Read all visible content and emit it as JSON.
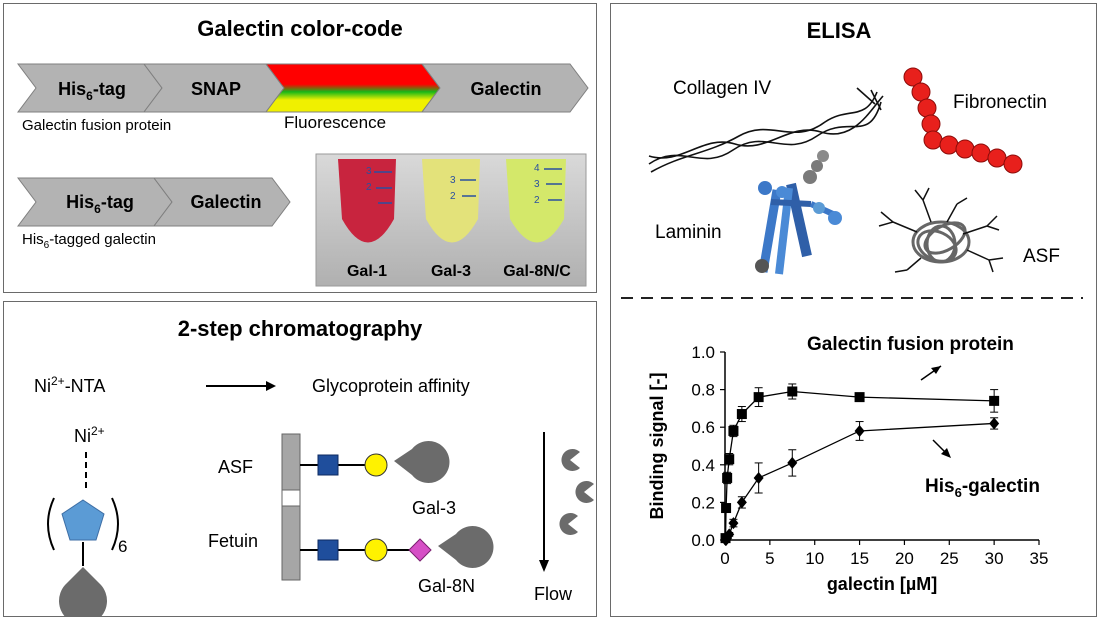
{
  "colorcode": {
    "title": "Galectin color-code",
    "fusion": {
      "seg1_main": "His",
      "seg1_sub": "6",
      "seg1_tail": "-tag",
      "seg2": "SNAP",
      "seg4": "Galectin",
      "caption": "Galectin fusion protein",
      "fluorescence": "Fluorescence"
    },
    "his": {
      "seg1_main": "His",
      "seg1_sub": "6",
      "seg1_tail": "-tag",
      "seg2": "Galectin",
      "caption_pre": "His",
      "caption_sub": "6",
      "caption_post": "-tagged galectin"
    },
    "photo": {
      "tubes": [
        {
          "label": "Gal-1",
          "color": "#c8243e"
        },
        {
          "label": "Gal-3",
          "color": "#e3e27a"
        },
        {
          "label": "Gal-8N/C",
          "color": "#d4e86a"
        }
      ],
      "marks": [
        "3",
        "2",
        "3",
        "2",
        "4",
        "3",
        "2"
      ]
    }
  },
  "chromatography": {
    "title": "2-step chromatography",
    "step1_pre": "Ni",
    "step1_sup": "2+",
    "step1_post": "-NTA",
    "step2": "Glycoprotein affinity",
    "ni_pre": "Ni",
    "ni_sup": "2+",
    "subscript": "6",
    "asf": "ASF",
    "fetuin": "Fetuin",
    "gal3": "Gal-3",
    "gal8n": "Gal-8N",
    "flow": "Flow",
    "colors": {
      "square": "#1f4e9c",
      "circle": "#fff200",
      "diamond": "#d64fc6",
      "pentagon": "#5b9bd5",
      "galectin": "#6b6b6b"
    }
  },
  "elisa": {
    "title": "ELISA",
    "collagen": "Collagen IV",
    "fibronectin": "Fibronectin",
    "laminin": "Laminin",
    "asf": "ASF",
    "colors": {
      "fibronectin": "#e8201c",
      "laminin": "#3c78c8"
    }
  },
  "chart_data": {
    "type": "line",
    "xlabel": "galectin  [µM]",
    "ylabel": "Binding signal  [-]",
    "xlim": [
      0,
      35
    ],
    "ylim": [
      0,
      1.0
    ],
    "xticks": [
      0,
      5,
      10,
      15,
      20,
      25,
      30,
      35
    ],
    "yticks": [
      0.0,
      0.2,
      0.4,
      0.6,
      0.8,
      1.0
    ],
    "series": [
      {
        "name": "Galectin fusion protein",
        "marker": "square",
        "x": [
          0.06,
          0.12,
          0.24,
          0.47,
          0.94,
          1.88,
          3.75,
          7.5,
          15,
          30
        ],
        "y": [
          0.01,
          0.17,
          0.33,
          0.43,
          0.58,
          0.67,
          0.76,
          0.79,
          0.76,
          0.74
        ],
        "err": [
          0.01,
          0.02,
          0.03,
          0.03,
          0.03,
          0.04,
          0.05,
          0.04,
          0.02,
          0.06
        ]
      },
      {
        "name": "His6-galectin",
        "label_pre": "His",
        "label_sub": "6",
        "label_post": "-galectin",
        "marker": "diamond",
        "x": [
          0.06,
          0.12,
          0.24,
          0.47,
          0.94,
          1.88,
          3.75,
          7.5,
          15,
          30
        ],
        "y": [
          0.0,
          0.0,
          0.01,
          0.03,
          0.09,
          0.2,
          0.33,
          0.41,
          0.58,
          0.62
        ],
        "err": [
          0.0,
          0.0,
          0.01,
          0.01,
          0.02,
          0.03,
          0.08,
          0.07,
          0.05,
          0.03
        ]
      }
    ]
  }
}
